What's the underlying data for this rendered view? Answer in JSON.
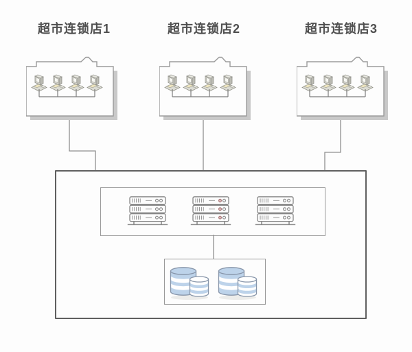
{
  "diagram": {
    "type": "network-topology",
    "stores": [
      {
        "label": "超市连锁店1",
        "terminals": 4
      },
      {
        "label": "超市连锁店2",
        "terminals": 4
      },
      {
        "label": "超市连锁店3",
        "terminals": 4
      }
    ],
    "datacenter": {
      "server_racks": 3,
      "units_per_rack": 3,
      "databases": 2
    },
    "colors": {
      "connector_line": "#8f8f8f",
      "store_border": "#9b9b9b",
      "store_shadow": "#c9c9c9",
      "central_border": "#5f5f5f",
      "inner_border": "#9a9a9a",
      "label_text": "#4f4f4f",
      "db_blue": "#bdd3ea",
      "keyboard_yellow": "#efe6c0",
      "led_red": "#a87474"
    }
  }
}
